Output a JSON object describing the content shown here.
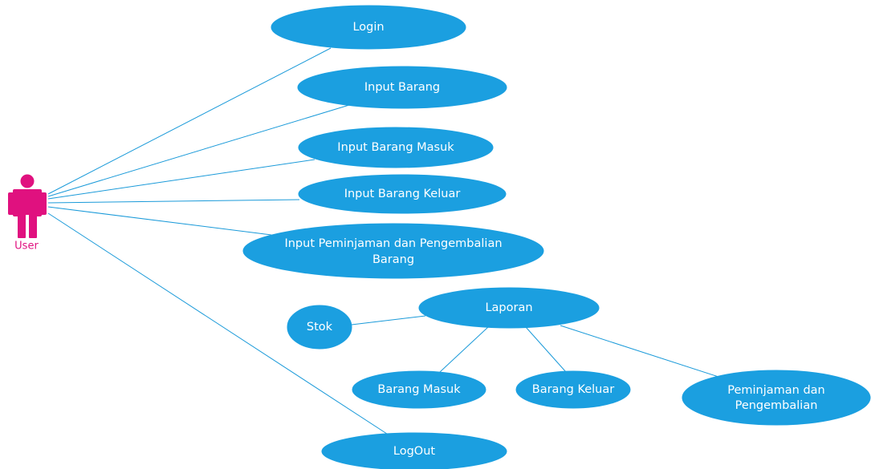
{
  "actor": {
    "label": "User",
    "icon": "user-icon",
    "color": "#e0117f"
  },
  "usecases": [
    {
      "id": "login",
      "label": "Login"
    },
    {
      "id": "input-barang",
      "label": "Input Barang"
    },
    {
      "id": "input-barang-masuk",
      "label": "Input Barang Masuk"
    },
    {
      "id": "input-barang-keluar",
      "label": "Input Barang Keluar"
    },
    {
      "id": "input-peminjaman",
      "lines": [
        "Input Peminjaman dan Pengembalian",
        "Barang"
      ]
    },
    {
      "id": "laporan",
      "label": "Laporan"
    },
    {
      "id": "stok",
      "label": "Stok"
    },
    {
      "id": "barang-masuk",
      "label": "Barang Masuk"
    },
    {
      "id": "barang-keluar",
      "label": "Barang Keluar"
    },
    {
      "id": "peminjaman-pengembalian",
      "lines": [
        "Peminjaman dan",
        "Pengembalian"
      ]
    },
    {
      "id": "logout",
      "label": "LogOut"
    }
  ],
  "associations": [
    [
      "actor",
      "login"
    ],
    [
      "actor",
      "input-barang"
    ],
    [
      "actor",
      "input-barang-masuk"
    ],
    [
      "actor",
      "input-barang-keluar"
    ],
    [
      "actor",
      "input-peminjaman"
    ],
    [
      "actor",
      "logout"
    ],
    [
      "laporan",
      "stok"
    ],
    [
      "laporan",
      "barang-masuk"
    ],
    [
      "laporan",
      "barang-keluar"
    ],
    [
      "laporan",
      "peminjaman-pengembalian"
    ]
  ],
  "colors": {
    "usecase_fill": "#1b9fe0",
    "usecase_text": "#ffffff",
    "connector": "#1a9ad9",
    "actor": "#e0117f"
  }
}
